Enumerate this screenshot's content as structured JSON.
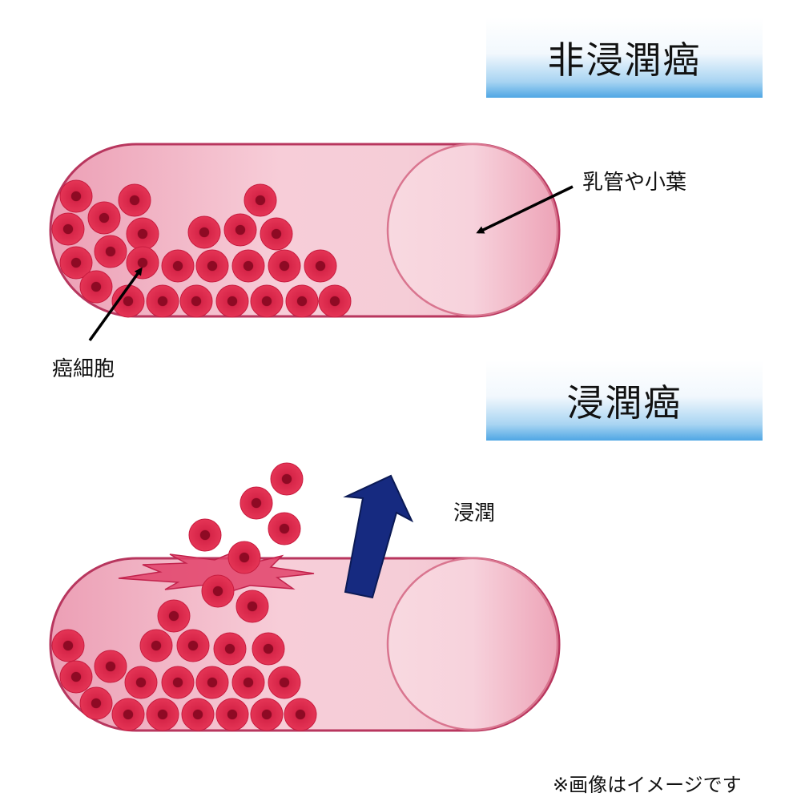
{
  "panels": [
    {
      "title": "非浸潤癌"
    },
    {
      "title": "浸潤癌"
    }
  ],
  "labels": {
    "duct": "乳管や小葉",
    "cancer_cell": "癌細胞",
    "invasion": "浸潤"
  },
  "note": "※画像はイメージです",
  "colors": {
    "duct_outline": "#b8365e",
    "duct_fill": "#f2b3c4",
    "cell_outer": "#e0284d",
    "cell_nucleus": "#a4102c",
    "arrow": "#152a7a",
    "title_gradient_bottom": "#4fa6e4"
  },
  "icons": [
    "pointer-arrow",
    "invasion-arrow",
    "tear-mark"
  ]
}
